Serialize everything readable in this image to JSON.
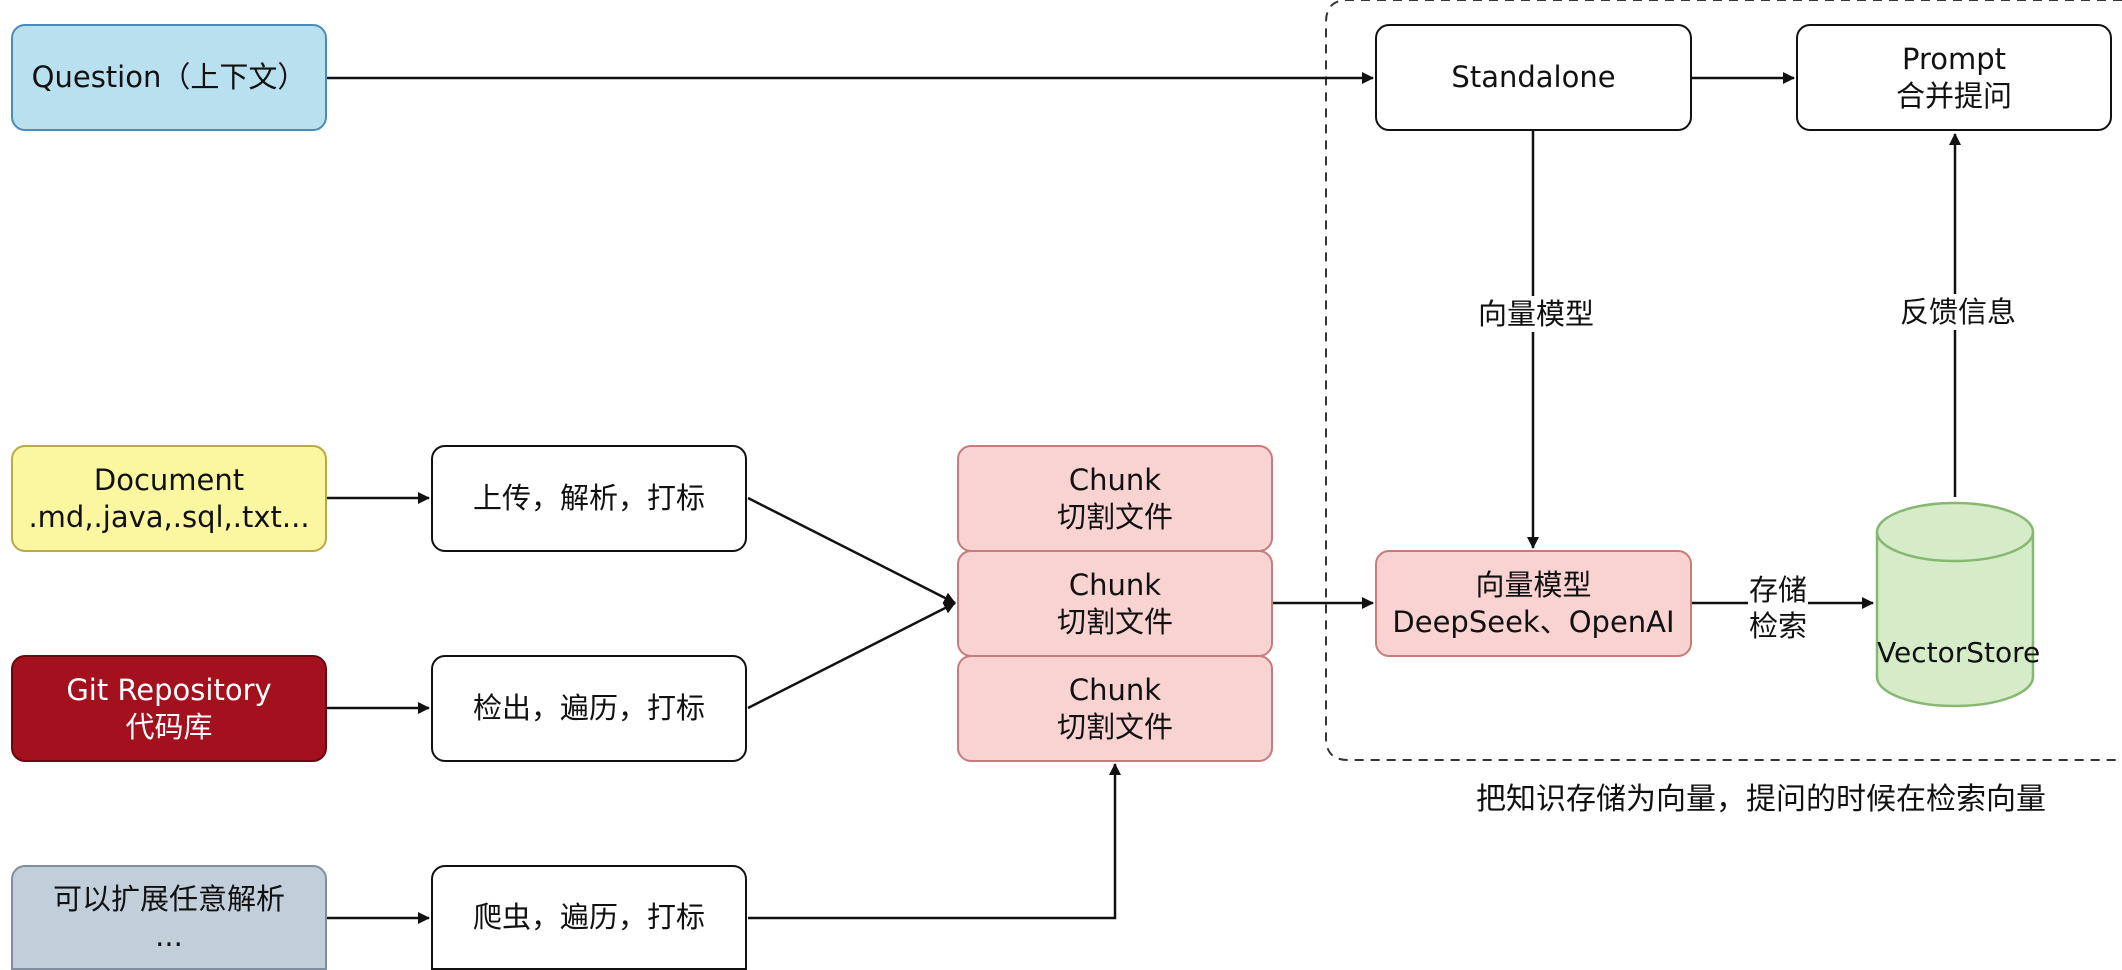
{
  "nodes": {
    "question": "Question（上下文）",
    "document": {
      "line1": "Document",
      "line2": ".md,.java,.sql,.txt..."
    },
    "git": {
      "line1": "Git Repository",
      "line2": "代码库"
    },
    "extend": {
      "line1": "可以扩展任意解析",
      "line2": "..."
    },
    "upload_parse": "上传，解析，打标",
    "checkout": "检出，遍历，打标",
    "crawler": "爬虫，遍历，打标",
    "chunks": [
      {
        "line1": "Chunk",
        "line2": "切割文件"
      },
      {
        "line1": "Chunk",
        "line2": "切割文件"
      },
      {
        "line1": "Chunk",
        "line2": "切割文件"
      }
    ],
    "standalone": "Standalone",
    "prompt": {
      "line1": "Prompt",
      "line2": "合并提问"
    },
    "vector_model": {
      "line1": "向量模型",
      "line2": "DeepSeek、OpenAI"
    },
    "vectorstore": "VectorStore"
  },
  "edge_labels": {
    "vector_model": "向量模型",
    "feedback": "反馈信息",
    "store": "存储",
    "retrieve": "检索"
  },
  "caption": "把知识存储为向量，提问的时候在检索向量",
  "colors": {
    "question": "#b9e0ef",
    "document": "#fbf7a0",
    "git": "#a3101e",
    "extend": "#c2cfdb",
    "chunk": "#f9d2d2",
    "vectorstore": "#d6ebc8"
  }
}
